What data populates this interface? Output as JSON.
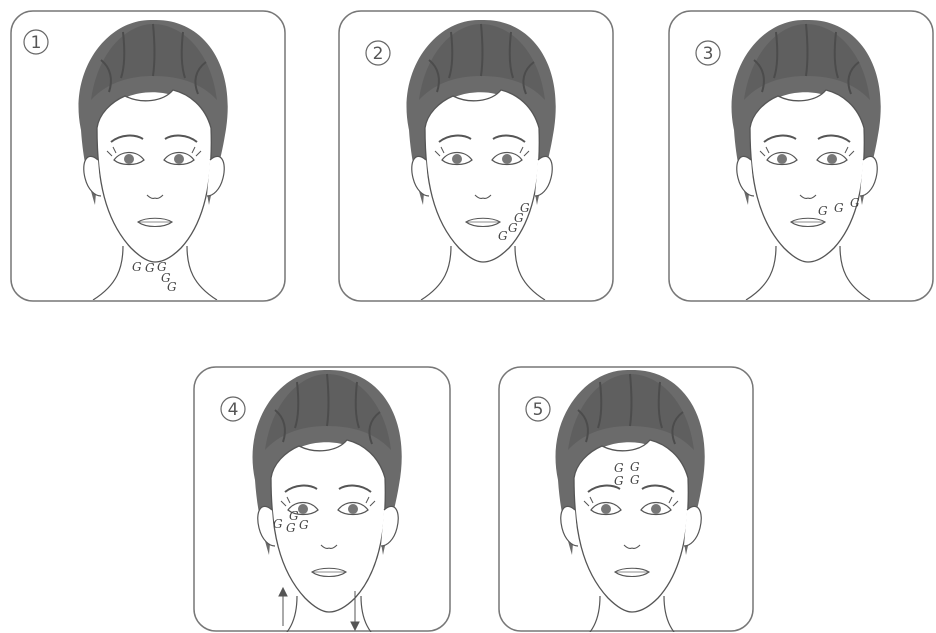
{
  "steps": [
    {
      "number": "1",
      "area": "neck",
      "symbol": "G"
    },
    {
      "number": "2",
      "area": "jawline",
      "symbol": "G"
    },
    {
      "number": "3",
      "area": "cheek",
      "symbol": "G"
    },
    {
      "number": "4",
      "area": "under-eye",
      "symbol": "G"
    },
    {
      "number": "5",
      "area": "forehead",
      "symbol": "G"
    }
  ]
}
